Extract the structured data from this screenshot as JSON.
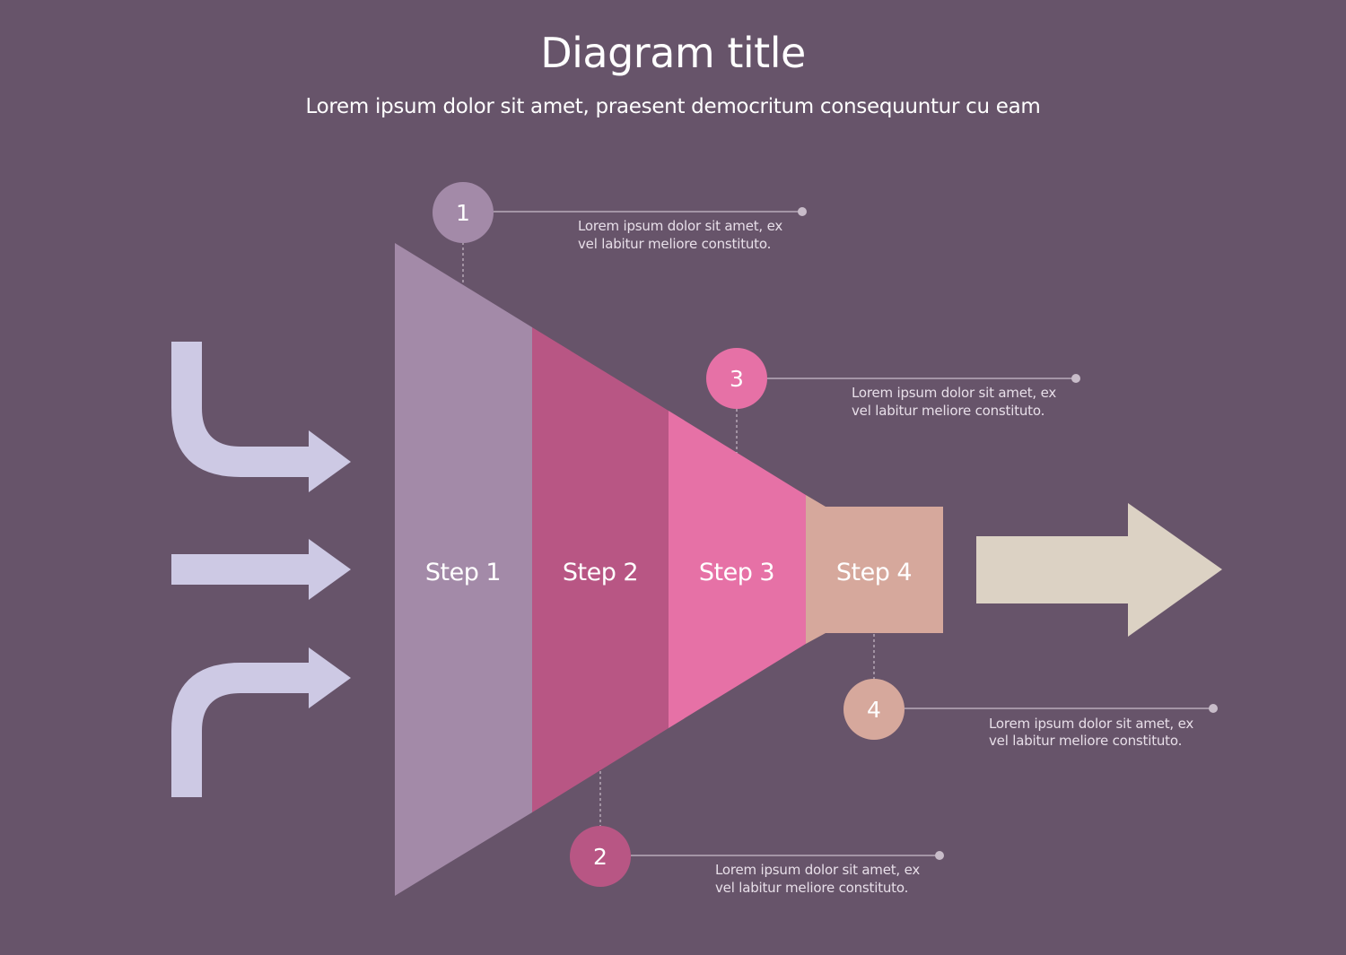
{
  "header": {
    "title": "Diagram title",
    "subtitle": "Lorem ipsum dolor sit amet, praesent democritum consequuntur cu eam"
  },
  "steps": [
    {
      "label": "Step 1",
      "color": "#a38aa8"
    },
    {
      "label": "Step 2",
      "color": "#b85684"
    },
    {
      "label": "Step 3",
      "color": "#e671a6"
    },
    {
      "label": "Step 4",
      "color": "#d6a89c"
    }
  ],
  "callouts": [
    {
      "number": "1",
      "line1": "Lorem ipsum dolor sit amet, ex",
      "line2": "vel labitur meliore constituto.",
      "color": "#a38aa8"
    },
    {
      "number": "2",
      "line1": "Lorem ipsum dolor sit amet, ex",
      "line2": "vel labitur meliore constituto.",
      "color": "#b85684"
    },
    {
      "number": "3",
      "line1": "Lorem ipsum dolor sit amet, ex",
      "line2": "vel labitur meliore constituto.",
      "color": "#e671a6"
    },
    {
      "number": "4",
      "line1": "Lorem ipsum dolor sit amet, ex",
      "line2": "vel labitur meliore constituto.",
      "color": "#d6a89c"
    }
  ],
  "colors": {
    "background": "#67546a",
    "input_arrow": "#cdc9e4",
    "output_arrow": "#dcd2c4",
    "connector": "#c8bcc9"
  },
  "icons": {
    "input_top": "curved-input-arrow-icon",
    "input_middle": "straight-input-arrow-icon",
    "input_bottom": "curved-input-arrow-icon",
    "output": "output-arrow-icon"
  }
}
